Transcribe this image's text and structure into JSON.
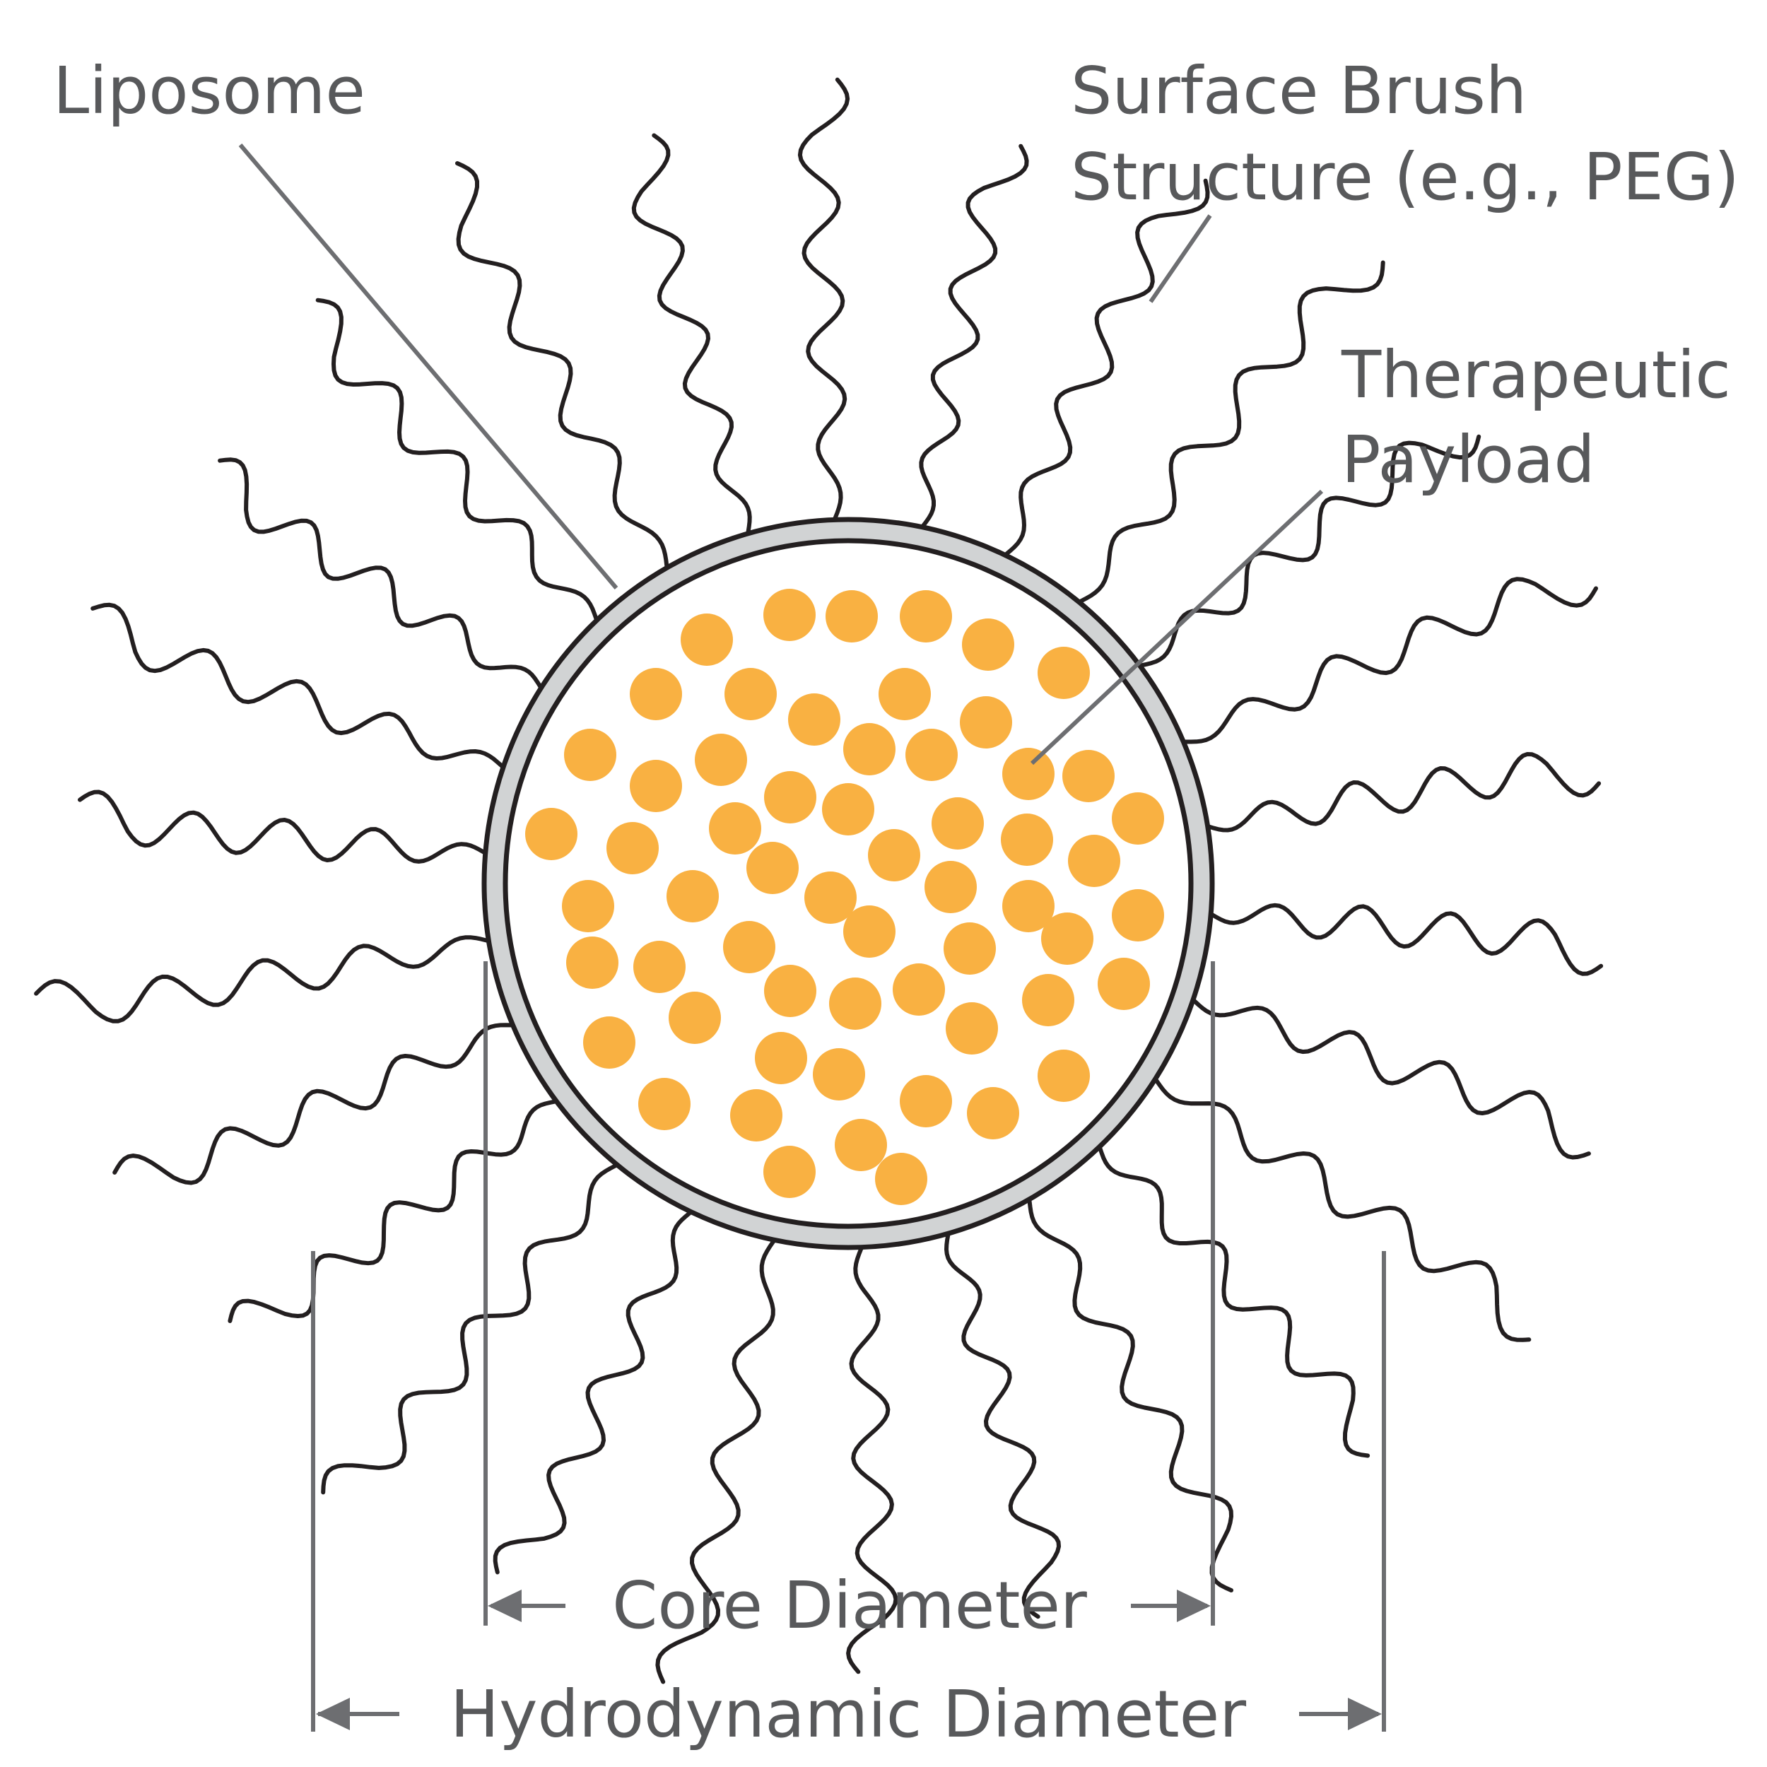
{
  "labels": {
    "liposome": "Liposome",
    "brush_line1": "Surface Brush",
    "brush_line2": "Structure (e.g., PEG)",
    "payload_line1": "Therapeutic",
    "payload_line2": "Payload",
    "core_diameter": "Core Diameter",
    "hydrodynamic_diameter": "Hydrodynamic Diameter"
  },
  "colors": {
    "payload": "#f9b142",
    "membrane": "#d1d3d4",
    "outline": "#231f20",
    "text": "#58595b"
  },
  "icons": {
    "membrane": "liposome-membrane",
    "chains": "peg-chain",
    "payload": "payload-particle"
  }
}
